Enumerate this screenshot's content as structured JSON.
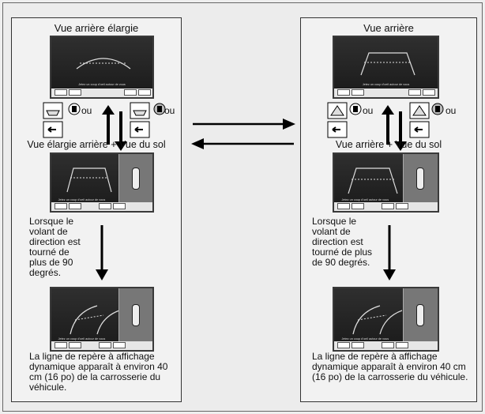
{
  "left": {
    "title": "Vue arrière élargie",
    "switch_or_1": "ou",
    "switch_or_2": "ou",
    "mode2_title": "Vue élargie arrière + Vue du sol",
    "turn_text": "Lorsque le volant de direction est tourné de plus de 90 degrés.",
    "dynamic_text": "La ligne de repère à affichage dynamique apparaît à environ 40 cm (16 po) de la carrosserie du véhicule."
  },
  "right": {
    "title": "Vue arrière",
    "switch_or_1": "ou",
    "switch_or_2": "ou",
    "mode2_title": "Vue arrière + Vue du sol",
    "turn_text": "Lorsque le volant de direction est tourné de plus de 90 degrés.",
    "dynamic_text": "La ligne de repère à affichage dynamique apparaît à environ 40 cm (16 po) de la carrosserie du véhicule."
  },
  "screen_message": "Jetez un coup d'oeil autour de vous",
  "colors": {
    "screen": "#1c1c1c",
    "guide": "#d8d8d8",
    "arrow": "#000000"
  }
}
